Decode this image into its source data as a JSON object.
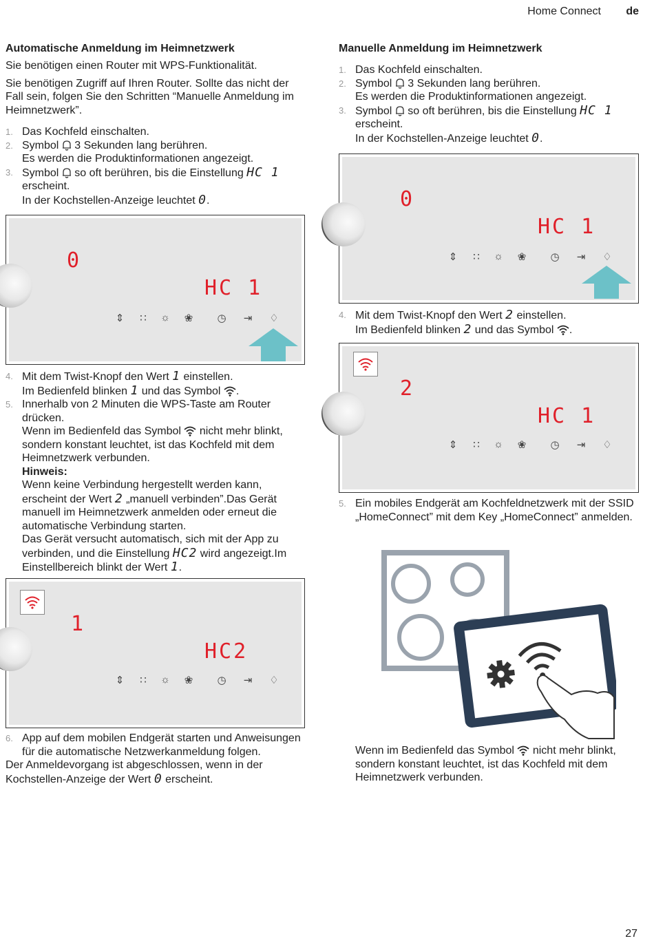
{
  "header": {
    "section": "Home Connect",
    "lang": "de"
  },
  "page_number": "27",
  "left": {
    "title": "Automatische Anmeldung im Heimnetzwerk",
    "intro1": "Sie benötigen einen Router mit WPS-Funktionalität.",
    "intro2": "Sie benötigen Zugriff auf Ihren Router. Sollte das nicht der Fall sein, folgen Sie den Schritten “Manuelle Anmeldung im Heimnetzwerk”.",
    "steps_a": [
      {
        "n": "1.",
        "text": "Das Kochfeld einschalten."
      },
      {
        "n": "2.",
        "t1": "Symbol",
        "t2": "3 Sekunden lang berühren.",
        "t3": "Es werden die Produktinformationen angezeigt."
      },
      {
        "n": "3.",
        "t1": "Symbol",
        "t2": "so oft berühren, bis die Einstellung",
        "code": "HC 1",
        "t3": "erscheint.",
        "t4": "In der Kochstellen-Anzeige leuchtet",
        "code2": "0",
        "t5": "."
      }
    ],
    "panel1": {
      "digit": "0",
      "code": "HC 1"
    },
    "step4": {
      "n": "4.",
      "t1": "Mit dem Twist-Knopf den Wert",
      "code": "1",
      "t2": "einstellen.",
      "t3": "Im Bedienfeld blinken",
      "code2": "1",
      "t4": "und das Symbol",
      "t5": "."
    },
    "step5": {
      "n": "5.",
      "t1": "Innerhalb von 2 Minuten die WPS-Taste am Router drücken.",
      "t2a": "Wenn im Bedienfeld das Symbol",
      "t2b": "nicht mehr blinkt, sondern konstant leuchtet, ist das Kochfeld mit dem Heimnetzwerk verbunden.",
      "hint_label": "Hinweis:",
      "h1": "Wenn keine Verbindung hergestellt werden kann, erscheint der Wert",
      "hcode": "2",
      "h2": "„manuell verbinden”.Das Gerät manuell im Heimnetzwerk anmelden oder erneut die automatische Verbindung starten.",
      "h3": "Das Gerät versucht automatisch, sich mit der App zu verbinden, und die Einstellung",
      "hcode2": "HC2",
      "h4": "wird angezeigt.Im Einstellbereich blinkt der Wert",
      "hcode3": "1",
      "h5": "."
    },
    "panel2": {
      "digit": "1",
      "code": "HC2"
    },
    "step6": {
      "n": "6.",
      "text": "App auf dem mobilen Endgerät starten und Anweisungen für die automatische Netzwerkanmeldung folgen."
    },
    "final1": "Der Anmeldevorgang ist abgeschlossen, wenn in der Kochstellen-Anzeige der Wert",
    "final_code": "0",
    "final2": "erscheint."
  },
  "right": {
    "title": "Manuelle Anmeldung im Heimnetzwerk",
    "steps_a": [
      {
        "n": "1.",
        "text": "Das Kochfeld einschalten."
      },
      {
        "n": "2.",
        "t1": "Symbol",
        "t2": "3 Sekunden lang berühren.",
        "t3": "Es werden die Produktinformationen angezeigt."
      },
      {
        "n": "3.",
        "t1": "Symbol",
        "t2": "so oft berühren, bis die Einstellung",
        "code": "HC 1",
        "t3": "erscheint.",
        "t4": "In der Kochstellen-Anzeige leuchtet",
        "code2": "0",
        "t5": "."
      }
    ],
    "panel1": {
      "digit": "0",
      "code": "HC 1"
    },
    "step4": {
      "n": "4.",
      "t1": "Mit dem Twist-Knopf den Wert",
      "code": "2",
      "t2": "einstellen.",
      "t3": "Im Bedienfeld blinken",
      "code2": "2",
      "t4": "und das Symbol",
      "t5": "."
    },
    "panel2": {
      "digit": "2",
      "code": "HC 1"
    },
    "step5": {
      "n": "5.",
      "text": "Ein mobiles Endgerät am Kochfeldnetzwerk mit der SSID „HomeConnect” mit dem Key „HomeConnect” anmelden."
    },
    "final1": "Wenn im Bedienfeld das Symbol",
    "final2": "nicht mehr blinkt, sondern konstant leuchtet, ist das Kochfeld mit dem Heimnetzwerk verbunden."
  },
  "icons": {
    "bell": "bell-icon",
    "wifi": "wifi-icon",
    "panel_symbols": [
      "boost-icon",
      "hob-icon",
      "light-icon",
      "fan-icon",
      "timer-icon",
      "end-icon",
      "bell-icon"
    ]
  },
  "colors": {
    "display_red": "#e0202a",
    "arrow_teal": "#6cc1c8",
    "panel_bg": "#e6e6e6"
  }
}
